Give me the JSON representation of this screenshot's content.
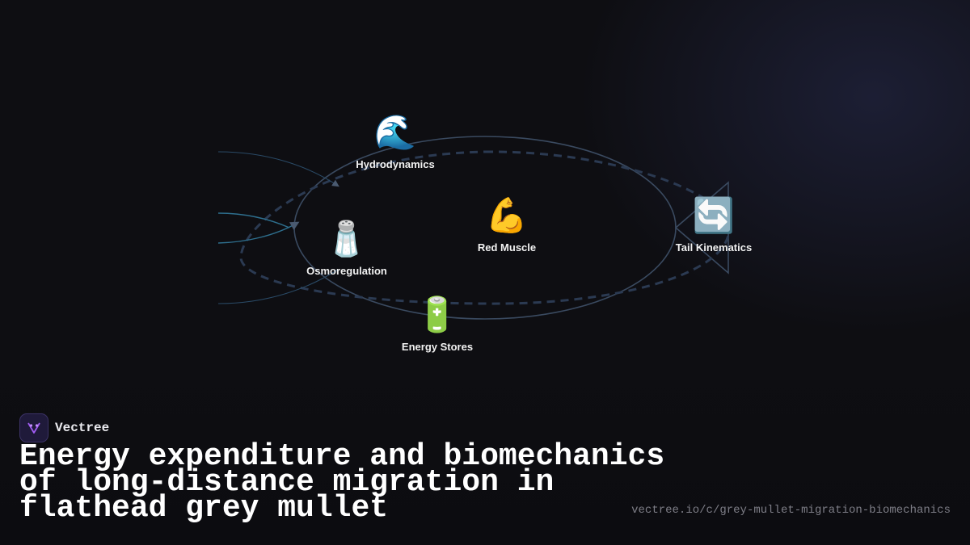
{
  "nodes": [
    {
      "id": "hydrodynamics",
      "icon": "🌊",
      "icon_name": "wave-icon",
      "label": "Hydrodynamics"
    },
    {
      "id": "osmoregulation",
      "icon": "🧂",
      "icon_name": "salt-shaker-icon",
      "label": "Osmoregulation"
    },
    {
      "id": "red-muscle",
      "icon": "💪",
      "icon_name": "flexed-biceps-icon",
      "label": "Red Muscle"
    },
    {
      "id": "tail-kinematics",
      "icon": "🔄",
      "icon_name": "cycle-arrows-icon",
      "label": "Tail Kinematics"
    },
    {
      "id": "energy-stores",
      "icon": "🔋",
      "icon_name": "battery-icon",
      "label": "Energy Stores"
    }
  ],
  "brand": {
    "name": "Vectree",
    "logo_icon": "vectree-logo-icon"
  },
  "title": "Energy expenditure and biomechanics of long-distance migration in flathead grey mullet",
  "url": "vectree.io/c/grey-mullet-migration-biomechanics",
  "colors": {
    "background": "#0e0e12",
    "outline": "#3a4a60",
    "dashed_path": "#2b3a52",
    "flow_lines": "#2e6f8e",
    "text": "#ffffff",
    "url_text": "#7d7d86",
    "brand_accent": "#a05cf0"
  }
}
